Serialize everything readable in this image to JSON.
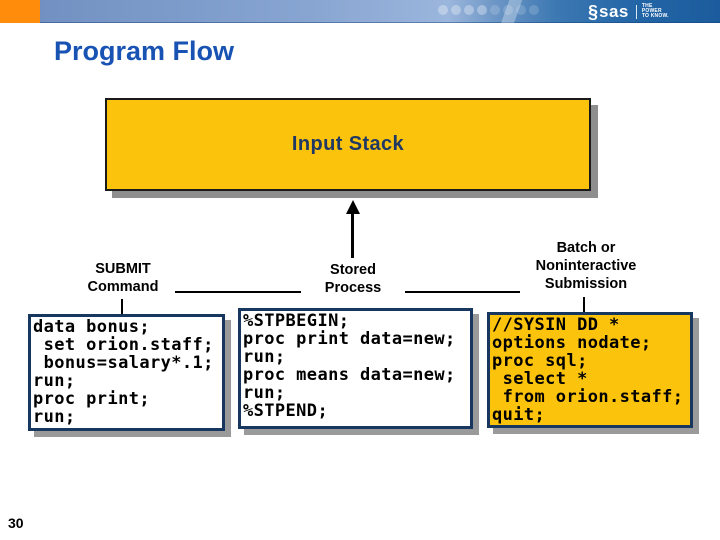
{
  "slide": {
    "title": "Program Flow",
    "page_number": "30"
  },
  "header": {
    "logo": {
      "symbol": "§",
      "text": "sas",
      "tagline": [
        "THE",
        "POWER",
        "TO KNOW."
      ]
    }
  },
  "diagram": {
    "input_stack": {
      "label": "Input Stack"
    },
    "sources": [
      {
        "id": "submit-command",
        "label_lines": [
          "SUBMIT",
          "Command"
        ],
        "code_lines": [
          "data bonus;",
          " set orion.staff;",
          " bonus=salary*.1;",
          "run;",
          "proc print;",
          "run;"
        ]
      },
      {
        "id": "stored-process",
        "label_lines": [
          "Stored",
          "Process"
        ],
        "code_lines": [
          "%STPBEGIN;",
          "proc print data=new;",
          "run;",
          "proc means data=new;",
          "run;",
          "%STPEND;"
        ]
      },
      {
        "id": "batch-noninteractive",
        "label_lines": [
          "Batch or",
          "Noninteractive",
          "Submission"
        ],
        "code_lines": [
          "//SYSIN DD *",
          "options nodate;",
          "proc sql;",
          " select *",
          " from orion.staff;",
          "quit;"
        ]
      }
    ]
  },
  "colors": {
    "accent_yellow": "#FCC30D",
    "navy_text": "#1F3864",
    "box_border_navy": "#17375E",
    "title_blue": "#1853B4",
    "header_orange": "#FF8C0A",
    "shadow_gray": "#8E8E8E"
  }
}
